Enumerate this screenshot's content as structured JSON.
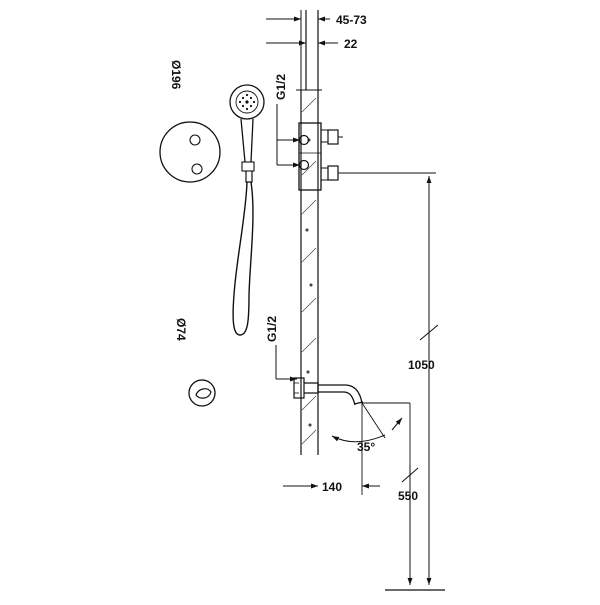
{
  "dimensions": {
    "wall_depth_range": "45-73",
    "wall_offset": "22",
    "upper_thread": "G1/2",
    "lower_thread": "G1/2",
    "rosette_diameter": "Ø196",
    "knob_diameter": "Ø74",
    "mixer_height": "1050",
    "spout_height": "550",
    "spout_projection": "140",
    "spout_angle": "35°"
  }
}
